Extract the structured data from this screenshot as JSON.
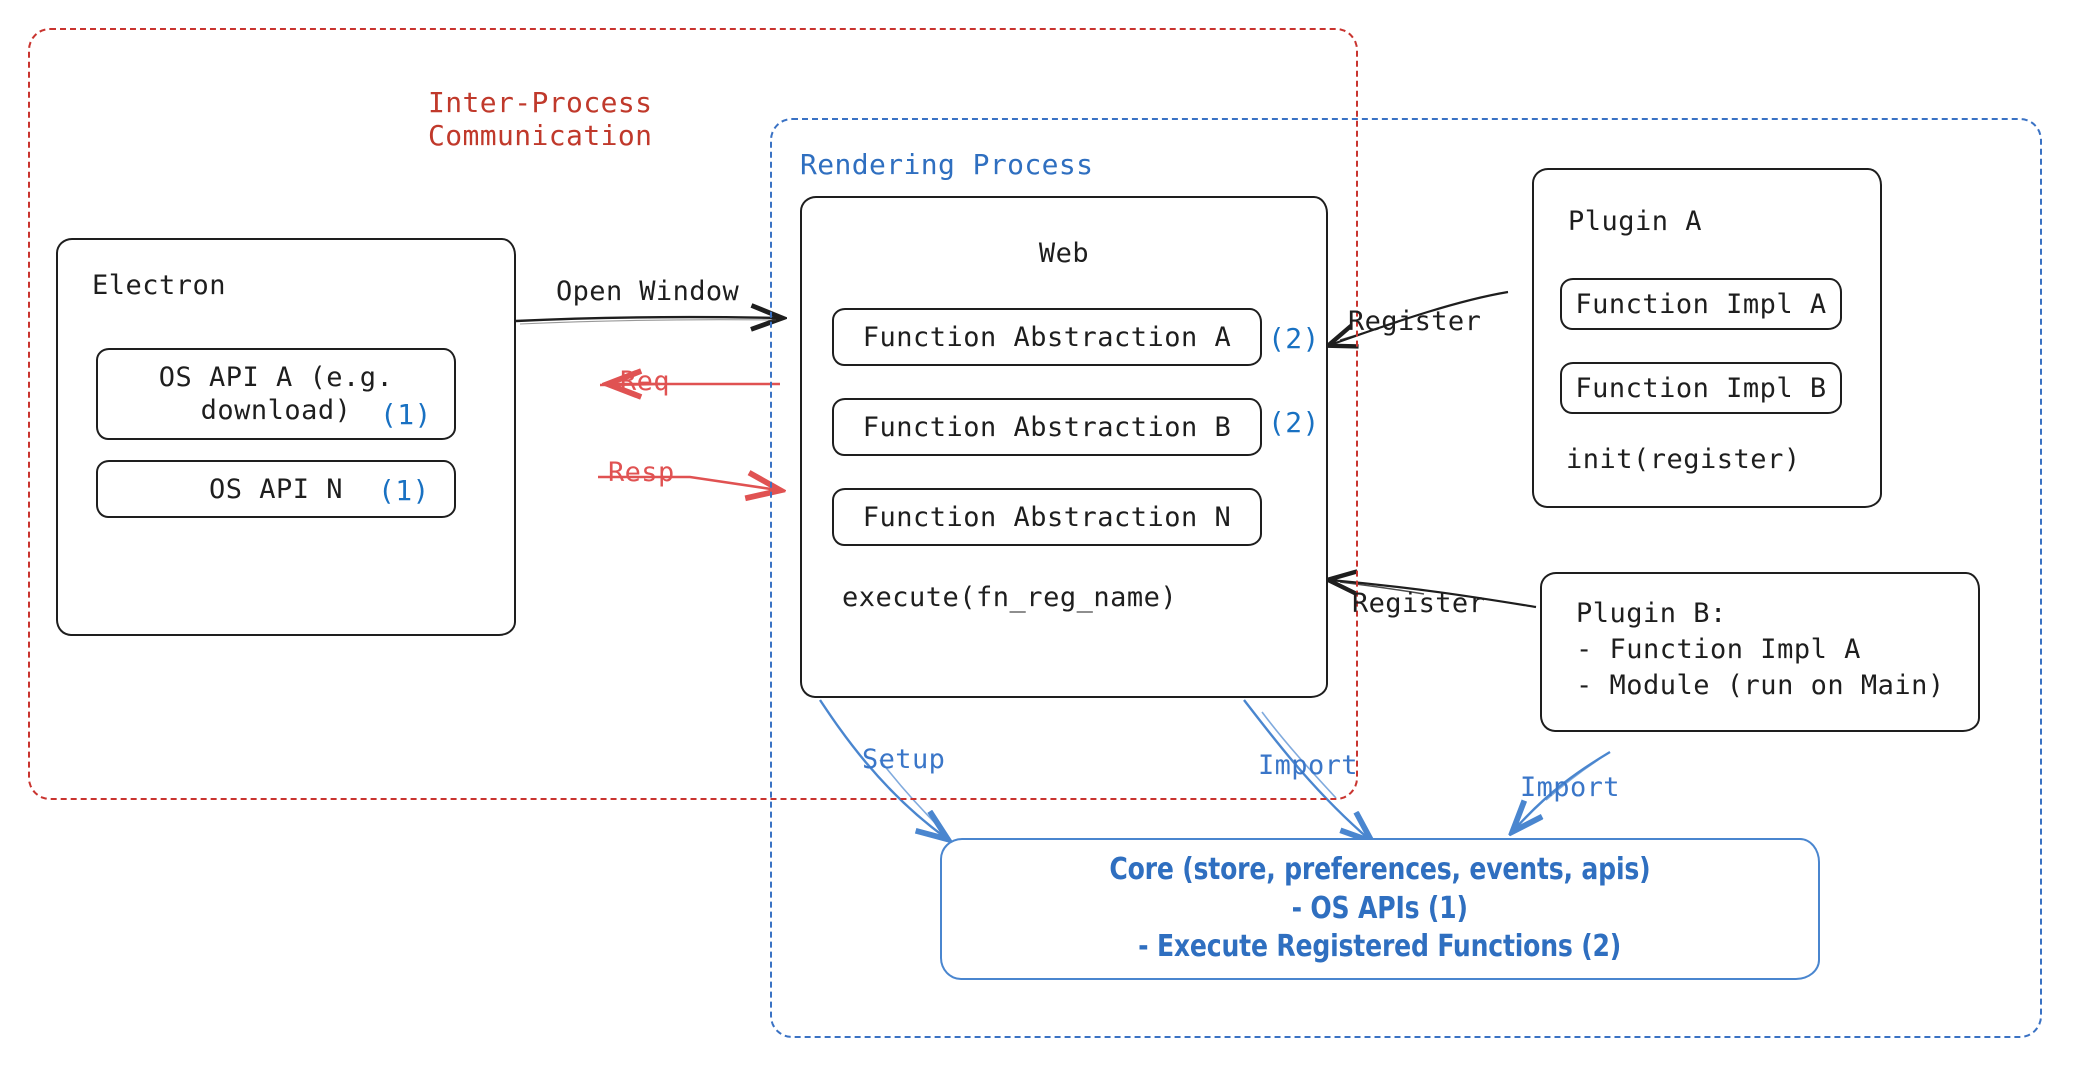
{
  "diagram": {
    "title_hidden": "",
    "colors": {
      "ipc_red": "#c0392b",
      "arrow_red": "#e05252",
      "process_blue": "#2f6fc0",
      "badge_blue": "#1971c2",
      "stroke_black": "#1e1e1e"
    },
    "groups": {
      "ipc": {
        "label": "Inter-Process\nCommunication"
      },
      "rendering": {
        "label": "Rendering Process"
      }
    },
    "electron": {
      "title": "Electron",
      "items": [
        {
          "label": "OS API A (e.g.\ndownload)",
          "badge": "(1)"
        },
        {
          "label": "OS API N",
          "badge": "(1)"
        }
      ]
    },
    "web": {
      "title": "Web",
      "abstractions": [
        {
          "label": "Function Abstraction A",
          "badge": "(2)"
        },
        {
          "label": "Function Abstraction B",
          "badge": "(2)"
        },
        {
          "label": "Function Abstraction N",
          "badge": ""
        }
      ],
      "footer": "execute(fn_reg_name)"
    },
    "plugin_a": {
      "title": "Plugin A",
      "items": [
        {
          "label": "Function Impl A"
        },
        {
          "label": "Function Impl B"
        }
      ],
      "footer": "init(register)"
    },
    "plugin_b": {
      "lines": [
        "Plugin B:",
        "- Function Impl A",
        "- Module (run on Main)"
      ]
    },
    "core": {
      "lines": [
        "Core (store, preferences, events, apis)",
        "- OS APIs (1)",
        "- Execute Registered Functions (2)"
      ]
    },
    "edges": {
      "open_window": "Open Window",
      "req": "Req",
      "resp": "Resp",
      "register_top": "Register",
      "register_bottom": "Register",
      "setup": "Setup",
      "import_web": "Import",
      "import_plugin": "Import"
    }
  }
}
